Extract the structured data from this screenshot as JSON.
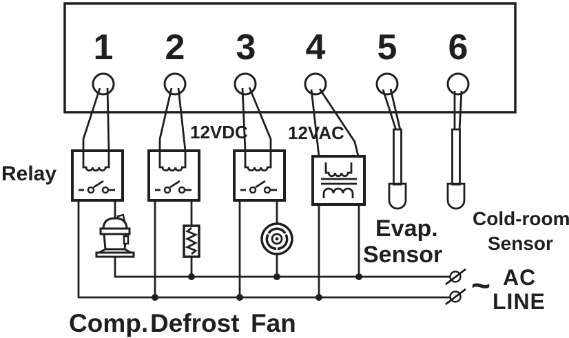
{
  "colors": {
    "ink": "#1f1f1f",
    "paper": "#ffffff"
  },
  "terminals": [
    "1",
    "2",
    "3",
    "4",
    "5",
    "6"
  ],
  "labels": {
    "relay": "Relay",
    "dc": "12VDC",
    "ac": "12VAC",
    "evap_sensor": [
      "Evap.",
      "Sensor"
    ],
    "cold_room_sensor": [
      "Cold-room",
      "Sensor"
    ],
    "compressor": "Comp.",
    "defrost": "Defrost",
    "fan": "Fan",
    "ac_symbol": "~",
    "ac_line": [
      "AC",
      "LINE"
    ]
  }
}
